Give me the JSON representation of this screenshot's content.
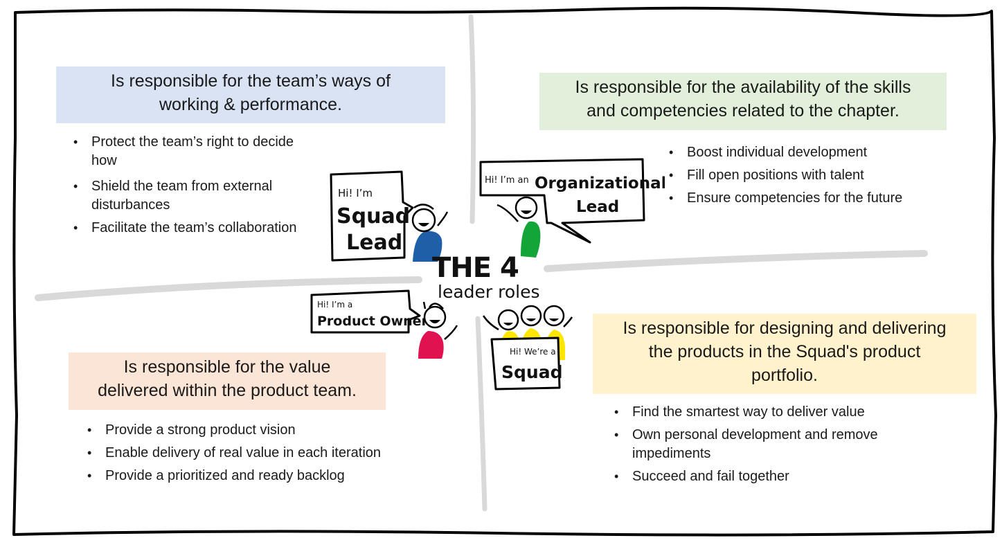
{
  "colors": {
    "squad_lead_bg": "#dae3f3",
    "org_lead_bg": "#e2efda",
    "product_owner_bg": "#fbe5d6",
    "squad_bg": "#fff2cc",
    "squad_lead_body": "#1f5fa8",
    "org_lead_body": "#13a538",
    "product_owner_body": "#e0124f",
    "squad_body": "#ffe600"
  },
  "center": {
    "title_line1": "THE 4",
    "title_line2": "leader roles"
  },
  "squad_lead": {
    "heading_line1": "Is responsible for the team’s ways of",
    "heading_line2": "working & performance.",
    "bullets": [
      "Protect the team’s right to decide how",
      "Shield the team from external disturbances",
      "Facilitate the team’s collaboration"
    ],
    "bubble_small": "Hi! I’m",
    "bubble_big1": "Squad",
    "bubble_big2": "Lead"
  },
  "org_lead": {
    "heading_line1": "Is responsible for the availability of the skills",
    "heading_line2": "and competencies related to the chapter.",
    "bullets": [
      "Boost individual development",
      "Fill open positions with talent",
      "Ensure competencies for the future"
    ],
    "bubble_small": "Hi! I’m an",
    "bubble_big1": "Organizational",
    "bubble_big2": "Lead"
  },
  "product_owner": {
    "heading_line1": "Is responsible for the value",
    "heading_line2": "delivered within the product team.",
    "bullets": [
      "Provide a strong product vision",
      "Enable delivery of real value in each iteration",
      "Provide a prioritized and ready backlog"
    ],
    "bubble_small": "Hi! I’m a",
    "bubble_big": "Product Owner"
  },
  "squad": {
    "heading_line1": "Is responsible for designing and delivering",
    "heading_line2": "the products in the Squad's product",
    "heading_line3": "portfolio.",
    "bullets": [
      "Find the smartest way to deliver value",
      "Own personal development and remove impediments",
      "Succeed and fail together"
    ],
    "sign_small": "Hi! We’re a",
    "sign_big": "Squad"
  }
}
